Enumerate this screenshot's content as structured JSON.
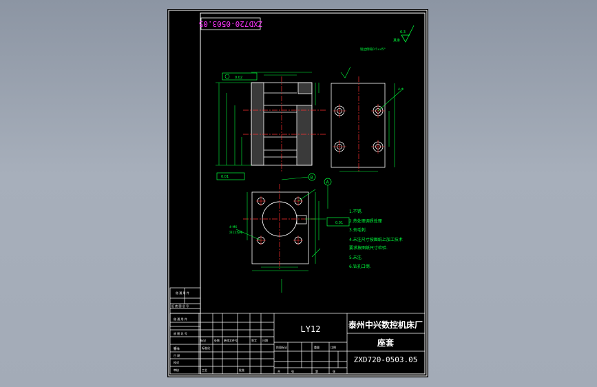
{
  "drawing": {
    "rotated_code": "ZXD720-0503.05",
    "material": "LY12",
    "company": "泰州中兴数控机床厂",
    "part_name": "座套",
    "drawing_no": "ZXD720-0503.05"
  },
  "annotations": {
    "roughness_top": "6.3",
    "roughness_note": "其余",
    "roughness_note_2": "锐边倒钝0.5×45°",
    "datum_a": "A",
    "datum_b": "B",
    "hole_note": "4-Φ",
    "center_note": "Φ",
    "flatness_value": "0.02",
    "parallel_value": "0.01",
    "perp_value": "0.01",
    "side_label": "4-M6",
    "side_label_2": "深12均布"
  },
  "tech_notes": [
    "1.不锈.",
    "2.热处理调质处理",
    "3.去毛刺.",
    "4.未注尺寸按图纸上加工技术",
    "  要求按图纸尺寸检验.",
    "5.未注.",
    "6.钻孔口倒."
  ],
  "title_block": {
    "left_labels": [
      "借 通 用 件",
      "旧 底 图 总 号",
      "底 图 总 号",
      "签 字",
      "日 期"
    ],
    "header_cells": [
      "标记",
      "处数",
      "更改文件号",
      "签字",
      "日期"
    ],
    "role_labels": [
      "设计",
      "校对",
      "审核",
      "工艺",
      "标准化",
      "批准"
    ],
    "stage_labels": [
      "阶段标记",
      "重量",
      "比例"
    ],
    "footer_labels": [
      "共",
      "张",
      "第",
      "张"
    ]
  }
}
